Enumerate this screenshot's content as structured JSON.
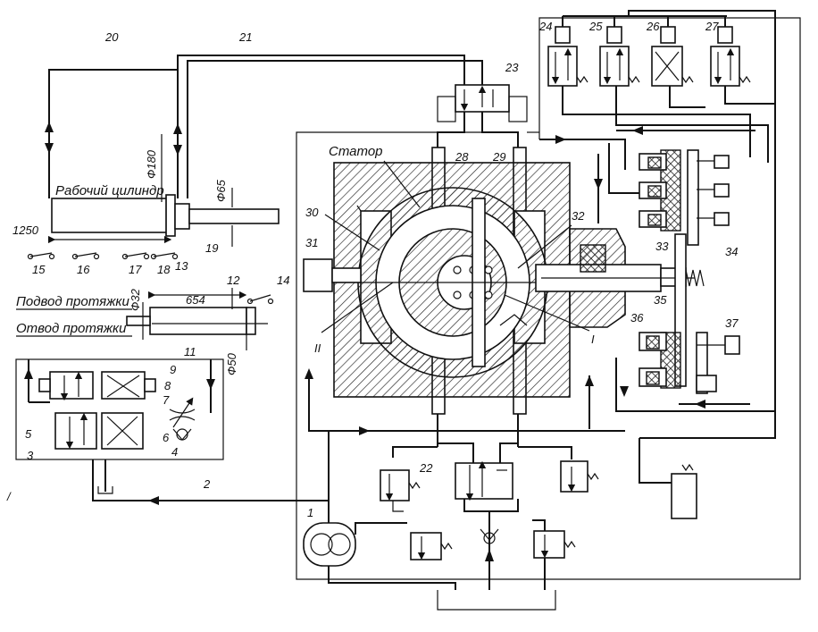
{
  "labels": {
    "stator": "Статор",
    "working_cylinder": "Рабочий цилиндр",
    "broach_supply": "Подвод протяжки",
    "broach_return": "Отвод протяжки",
    "dim_1250": "1250",
    "dim_654": "654",
    "dim_phi180": "Ф180",
    "dim_phi65": "Ф65",
    "dim_phi32": "Ф32",
    "dim_phi50": "Ф50",
    "roman_1": "I",
    "roman_2": "II",
    "stray_mark": "/"
  },
  "callouts": [
    "1",
    "2",
    "3",
    "4",
    "5",
    "6",
    "7",
    "8",
    "9",
    "11",
    "12",
    "13",
    "14",
    "15",
    "16",
    "17",
    "18",
    "19",
    "20",
    "21",
    "22",
    "23",
    "24",
    "25",
    "26",
    "27",
    "28",
    "29",
    "30",
    "31",
    "32",
    "33",
    "34",
    "35",
    "36",
    "37"
  ],
  "icons": [
    "pump-icon",
    "check-valve-icon",
    "spring-icon",
    "solenoid-icon",
    "arrow-icon",
    "tank-icon",
    "throttle-icon",
    "limit-switch-icon"
  ]
}
